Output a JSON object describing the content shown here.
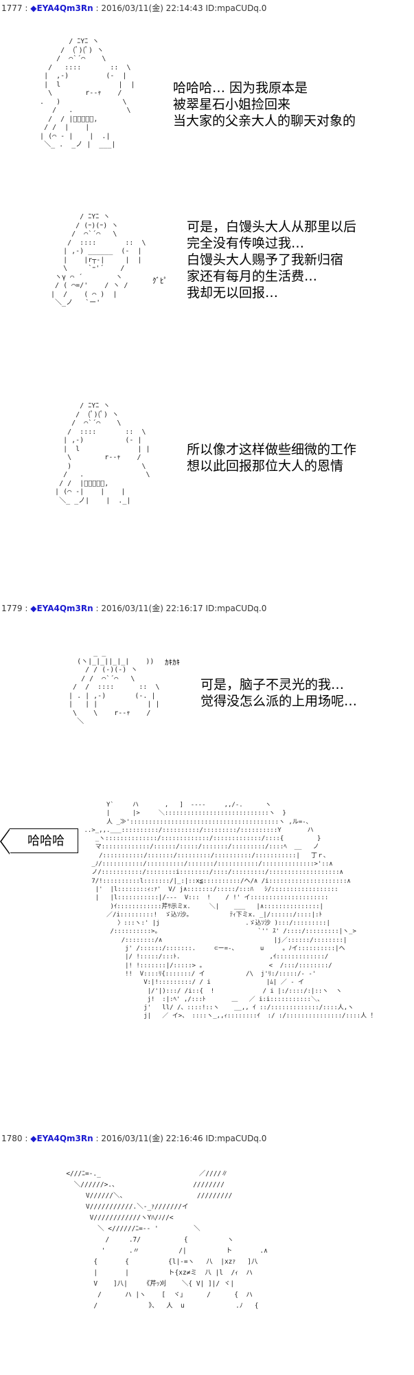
{
  "posts": [
    {
      "number": "1777",
      "trip": "EYA4Qm3Rn",
      "date": "2016/03/11(金) 22:14:43",
      "id": "ID:mpaCUDq.0"
    },
    {
      "number": "1779",
      "trip": "EYA4Qm3Rn",
      "date": "2016/03/11(金) 22:16:17",
      "id": "ID:mpaCUDq.0"
    },
    {
      "number": "1780",
      "trip": "EYA4Qm3Rn",
      "date": "2016/03/11(金) 22:16:46",
      "id": "ID:mpaCUDq.0"
    }
  ],
  "separator": " : ",
  "diamond": "◆",
  "speech": {
    "s1": "哈哈哈… 因为我原本是\n被翠星石小姐捡回来\n当大家的父亲大人的聊天对象的",
    "s2": "可是，白馒头大人从那里以后\n完全没有传唤过我…\n白馒头大人赐予了我新归宿\n家还有每月的生活费…\n我却无以回报…",
    "s3": "所以像才这样做些细微的工作\n想以此回报那位大人的恩情",
    "s4": "可是，脑子不灵光的我…\n觉得没怎么派的上用场呢…",
    "bubble": "哈哈哈",
    "sfx_gupi": "ｸﾞﾋﾟ",
    "sfx_kaki": "ｶｷｶｷ"
  },
  "art": {
    "a1": "          / ﾆYﾆ ヽ\n        /  (ﾟ)(ﾟ) ヽ\n       /  ⌒`´⌒    \\\n     /   ::::       ::  \\\n    |  ,-)         (-  |\n    |  l              |  |\n     \\        r‐‐ｬ    /\n   .   )               \\\n      /   .             \\\n     /  / |ﾞﾞﾞﾞﾞ,\n    / /  |    |\n   | (⌒ ‐ |    |  .|\n    ＼_ .  _ノ |  ___|",
    "a2": "         / ﾆYﾆ ヽ\n        / (ｰ)(ｰ) ヽ\n       /  ⌒`´⌒   \\\n      /  ::::       ::  \\\n     | ,-) ______  (-  |\n     |    |r┬-|     |  |\n     \\     `ｰ'´    /\n   ヽγ ⌒ ´        ヽ\n   / ( ⌒=/'    / ヽ /\n  |  /    ( ⌒ )  |\n   ＼_ノ   `ー'",
    "a3": "         / ﾆYﾆ ヽ\n        /  (ﾟ)(ﾟ) ヽ\n       /  ⌒`´⌒    \\\n      /  ::::       ::  \\\n     | ,-)          (- |\n     |  l              | |\n      \\        r‐‐ｬ    /\n      )                 \\\n     /   .               \\\n    / /  |ﾞﾞﾞﾞﾞ,\n   | (⌒ ‐|    |    |\n    ＼_ _ノ|    |  ._|",
    "a4": "        _ _\n    (ヽ|_|_||_|_|    ))\n      / / (-)(-) ヽ\n     / /  ⌒`´⌒   \\\n   /  /  ::::      ::  \\\n  | . | ,-)       (-. |\n  |   | |            | |\n   \\    \\    r‐‐ｬ    /\n    ＼",
    "a5": "            Y`     ハ       ,   ]  ‐‐‐‐     ,,/‐.      ヽ\n            |      |>     ＼::::::::::::::::::::::::::::ヽ  }\n            人 _≫'::::::::::::::::::::::::::::::::::::::::ヽ ,ル=-､\n      ..>_,,.___::::::::::/::::::::::/:::::::::/::::::::::Y       ハ\n         _ヽ::::::::::::::/:::::::::::::/:::::::::::::/::::{         }\n         マ:::::::::::::/::::::/:::::/:::::::/:::::::::/::::ﾍ  __   ノ\n          /:::::::::::/:::::::/:::::::::/::::::::::/:::::::::::|   丁ｒ､\n        _ﾉ/:::::::::::/::::::::::/:::::::/:::::::::::/::::::::::::::>'::∧\n        ノ/:::::::::::/::::::::i::::::::/::::/:::::::::/:::::::::::::::::::∧\n        7/!::::::::::l:::::::/|_:|::x≦::::::::::/ヘ/∧ /i:::::::::::::::::::::∧\n         |'  |l::::::::ｨ:ｧ'  V/ j∧:::::::/:::::/:::ﾊ   ｼ/::::::::::::::::::\n         |   |l:::::::::::|/‐‐‐  V:::  !    / !' イ:::::::::::::::::::::\n             )ｲ::::::::::::芹ｻ示ミx.     ＼|    ___   |∧:::::::::::::::|\n            ／/i:::::::::!  ゞ込ｿ沙。          ﾃｨ下ミx. _|/::::::/::::|:ﾄ\n               〉:::ヽ:' |j                       .ゞ込ｿ沙 ):::/:::::::::|\n             /::::::::::>。                          `'' ｽ' /::::/:::::::::|ヽ_>\n                /::::::::/∧                              |j／::::::/::::::::|\n                 j' /::::::/:::::::.     ⊂ー=-、      u     。ﾉイ::::::::::|ヘ\n                 |/ !:::::/:::ﾄ.                        ,ｲ:::::::::::::/\n                 |! !:::::::|/:::::> 。                 <  /:::/::::::::/\n                 !!  V::::ﾘ{:::::::/ イ           /\\  j'ﾘ:/:::::/‐ ‐'\n                      V:|!:::::::::/ / i               |ﾑ| ／ ‐ イ\n                       |/'|):::/ /i::{  !             / i |:/::::/:|::ヽ  ヽ\n                       j!  :|:ﾍ' ,/:::ﾄ       ＿   ／ i:i:::::::::::＼、\n                      j'   ll/ /、::::!::ヽ    __,, ｲ ::/:::::::::::::/::::人,ヽ\n                      j|   ／ イ>、 ::::ヽ_,,ｨ::::::::ｲ  :/ :/:::::::::::::::/::::人 ！",
    "a6": "      <///ﾆ=-._                         ／////∥\n        ＼//////>.、                   ////////\n           V//////＼、                  /////////\n           V///////////.＼-_ｧ///////イ\n            V////////////ヽYﾊ/ﾉ//<\n              ＼ <//////ﾆ=-‐ '         ＼\n                /     .7/           {          ヽ\n               '      .〃          /|          ト       .∧\n             {       {          {l|-=ヽ   八  |xzｧ   ]八\n             |       |          ト{xz≠ミ  八 |l  /ｨ  ハ\n             V    ]八|    《芹ｯ刈    ＼{ V| ]|/ ヾ|\n              /      ハ |ヽ    [  ヾ｣      /      {  ハ\n             /             》、  人  u             .ﾉ   {"
  }
}
